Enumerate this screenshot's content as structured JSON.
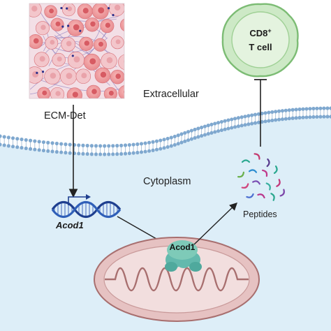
{
  "labels": {
    "extracellular": "Extracellular",
    "ecm_det": "ECM-Det",
    "cytoplasm": "Cytoplasm",
    "gene": "Acod1",
    "enzyme": "Acod1",
    "peptides": "Peptides",
    "tcell_line1": "CD8",
    "tcell_superscript": "+",
    "tcell_line2": "T cell"
  },
  "colors": {
    "cytoplasm_fill": "#ddeef8",
    "membrane_head": "#7fa8cf",
    "tcell_fill": "#cde9c6",
    "tcell_stroke": "#7cbc74",
    "dna_blue": "#1f3f8f",
    "mito_fill": "#e6c2c2",
    "mito_stroke": "#a86f6f",
    "enzyme_fill": "#63b9ad",
    "tissue_cell": "#e8848a"
  },
  "icons": [
    "tissue-image",
    "tcell-icon",
    "dna-helix-icon",
    "mitochondrion-icon",
    "enzyme-icon",
    "peptide-fragments-icon"
  ]
}
